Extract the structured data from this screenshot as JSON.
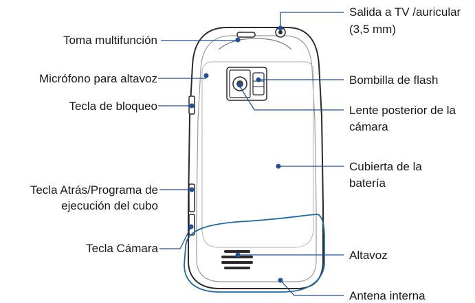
{
  "labels_left": {
    "multifunction_jack": "Toma multifunción",
    "speakerphone_mic": "Micrófono para altavoz",
    "lock_key": "Tecla de bloqueo",
    "back_key_line1": "Tecla Atrás/Programa de",
    "back_key_line2": "ejecución del cubo",
    "camera_key": "Tecla Cámara"
  },
  "labels_right": {
    "tv_out_line1": "Salida a TV /auricular",
    "tv_out_line2": "(3,5 mm)",
    "flash": "Bombilla de flash",
    "rear_lens_line1": "Lente posterior de la",
    "rear_lens_line2": "cámara",
    "battery_cover_line1": "Cubierta de la",
    "battery_cover_line2": "batería",
    "speaker": "Altavoz",
    "antenna": "Antena interna"
  },
  "colors": {
    "leader_line": "#1f4e9c",
    "dot": "#1f4e9c",
    "antenna_outline": "#1d6aa8",
    "phone_outline": "#2a2a2a"
  }
}
